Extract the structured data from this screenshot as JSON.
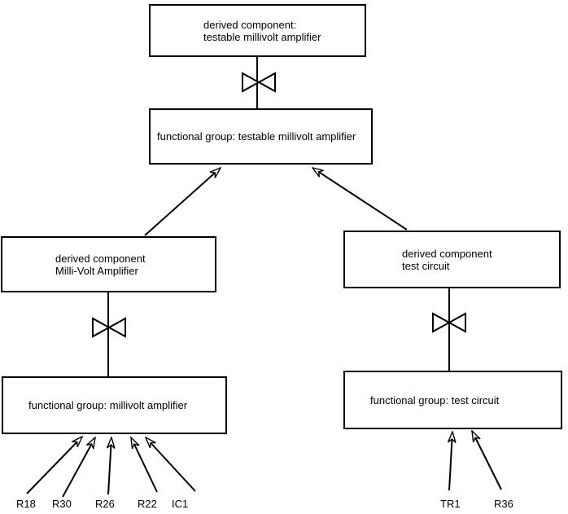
{
  "colors": {
    "background": "#ffffff",
    "stroke": "#000000",
    "text": "#000000"
  },
  "icons": {
    "composition_connector": "bowtie-icon",
    "generalization_arrowhead": "open-arrowhead-icon"
  },
  "boxes": {
    "top_derived": {
      "line1": "derived component:",
      "line2": "testable millivolt amplifier"
    },
    "top_functional": {
      "label": "functional group: testable millivolt amplifier"
    },
    "left_derived": {
      "line1": "derived component",
      "line2": "Milli-Volt Amplifier"
    },
    "right_derived": {
      "line1": "derived component",
      "line2": "test circuit"
    },
    "left_functional": {
      "label": "functional group: millivolt amplifier"
    },
    "right_functional": {
      "label": "functional group: test circuit"
    }
  },
  "leaves": {
    "left": [
      "R18",
      "R30",
      "R26",
      "R22",
      "IC1"
    ],
    "right": [
      "TR1",
      "R36"
    ]
  }
}
